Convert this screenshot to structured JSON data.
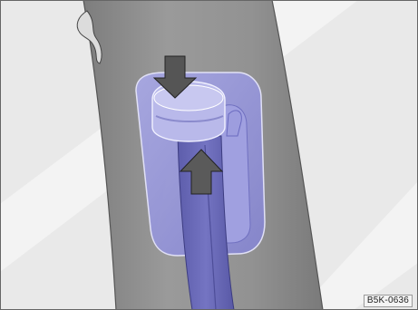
{
  "figure": {
    "reference_code": "B5K-0636",
    "arrows": [
      {
        "direction": "down",
        "icon": "arrow-down-icon"
      },
      {
        "direction": "up",
        "icon": "arrow-up-icon"
      }
    ],
    "colors": {
      "background": "#e9e9e9",
      "pillar": "#8f8f8f",
      "highlight_blue": "#8f8fdc",
      "belt_blue": "#6a6ab8",
      "arrow": "#555555"
    }
  }
}
